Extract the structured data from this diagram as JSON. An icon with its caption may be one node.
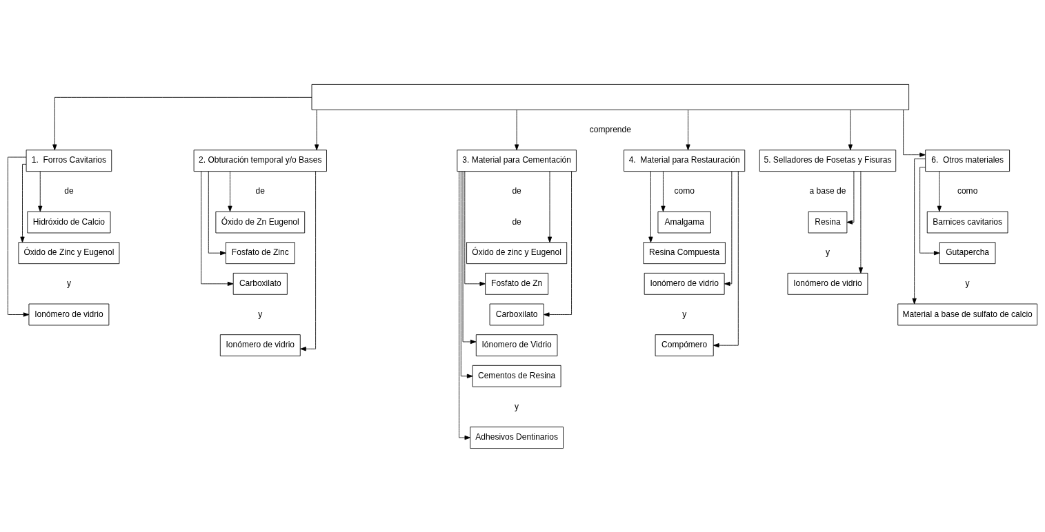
{
  "diagram": {
    "nodes": [
      {
        "text": [],
        "shape": "box"
      },
      {
        "text": [
          "1.  Forros Cavitarios"
        ]
      },
      {
        "text": [
          "2. Obturación temporal y/o Bases"
        ]
      },
      {
        "text": [
          "3. Material para Cementación"
        ]
      },
      {
        "text": [
          "4.  Material para Restauración"
        ]
      },
      {
        "text": [
          "5. Selladores de Fosetas y Fisuras"
        ]
      },
      {
        "text": [
          "6.  Otros materiales"
        ]
      },
      {
        "text": [
          "Hidróxido de Calcio"
        ]
      },
      {
        "text": [
          "Óxido de Zinc y Eugenol"
        ]
      },
      {
        "text": [
          "Ionómero de vidrio"
        ]
      },
      {
        "text": [
          "Óxido de Zn Eugenol"
        ]
      },
      {
        "text": [
          "Fosfato de Zinc"
        ]
      },
      {
        "text": [
          "Carboxilato"
        ]
      },
      {
        "text": [
          "Ionómero de vidrio"
        ]
      },
      {
        "text": [
          "Óxido de zinc y Eugenol"
        ]
      },
      {
        "text": [
          "Fosfato de Zn"
        ]
      },
      {
        "text": [
          "Carboxilato"
        ]
      },
      {
        "text": [
          "Iónomero de Vidrio"
        ]
      },
      {
        "text": [
          "Cementos de Resina"
        ]
      },
      {
        "text": [
          "Adhesivos Dentinarios"
        ]
      },
      {
        "text": [
          "Amalgama"
        ]
      },
      {
        "text": [
          "Resina Compuesta"
        ]
      },
      {
        "text": [
          "Ionómero de vidrio"
        ]
      },
      {
        "text": [
          "Compómero"
        ]
      },
      {
        "text": [
          "Resina"
        ]
      },
      {
        "text": [
          "Ionómero de vidrio"
        ]
      },
      {
        "text": [
          "Barnices cavitarios"
        ]
      },
      {
        "text": [
          "Gutapercha"
        ]
      },
      {
        "text": [
          "Material a base de sulfato de calcio"
        ]
      }
    ],
    "edges": [
      {
        "from": 0,
        "to": 1,
        "arrow": "to"
      },
      {
        "from": 0,
        "to": 2,
        "arrow": "to"
      },
      {
        "from": 0,
        "to": 3,
        "arrow": "to"
      },
      {
        "from": 0,
        "to": 4,
        "arrow": "to"
      },
      {
        "from": 0,
        "to": 5,
        "arrow": "to"
      },
      {
        "from": 0,
        "to": 6,
        "arrow": "to"
      },
      {
        "from": 1,
        "to": 7,
        "arrow": "to"
      },
      {
        "from": 1,
        "to": 8,
        "arrow": "to"
      },
      {
        "from": 1,
        "to": 9,
        "arrow": "to"
      },
      {
        "from": 2,
        "to": 10,
        "arrow": "to"
      },
      {
        "from": 2,
        "to": 11,
        "arrow": "to"
      },
      {
        "from": 2,
        "to": 12,
        "arrow": "to"
      },
      {
        "from": 2,
        "to": 13,
        "arrow": "to"
      },
      {
        "from": 3,
        "to": 14,
        "arrow": "to"
      },
      {
        "from": 3,
        "to": 15,
        "arrow": "to"
      },
      {
        "from": 3,
        "to": 16,
        "arrow": "to"
      },
      {
        "from": 3,
        "to": 17,
        "arrow": "to"
      },
      {
        "from": 3,
        "to": 18,
        "arrow": "to"
      },
      {
        "from": 3,
        "to": 19,
        "arrow": "to"
      },
      {
        "from": 4,
        "to": 20,
        "arrow": "to"
      },
      {
        "from": 4,
        "to": 21,
        "arrow": "to"
      },
      {
        "from": 4,
        "to": 22,
        "arrow": "to"
      },
      {
        "from": 4,
        "to": 23,
        "arrow": "to"
      },
      {
        "from": 5,
        "to": 24,
        "arrow": "to"
      },
      {
        "from": 5,
        "to": 25,
        "arrow": "to"
      },
      {
        "from": 6,
        "to": 26,
        "arrow": "to"
      },
      {
        "from": 6,
        "to": 27,
        "arrow": "to"
      },
      {
        "from": 6,
        "to": 28,
        "arrow": "to"
      }
    ],
    "labels": [
      "comprende",
      "de",
      "de",
      "de",
      "como",
      "a base de",
      "como",
      "de",
      "y",
      "y",
      "y",
      "y",
      "y",
      "y"
    ]
  }
}
